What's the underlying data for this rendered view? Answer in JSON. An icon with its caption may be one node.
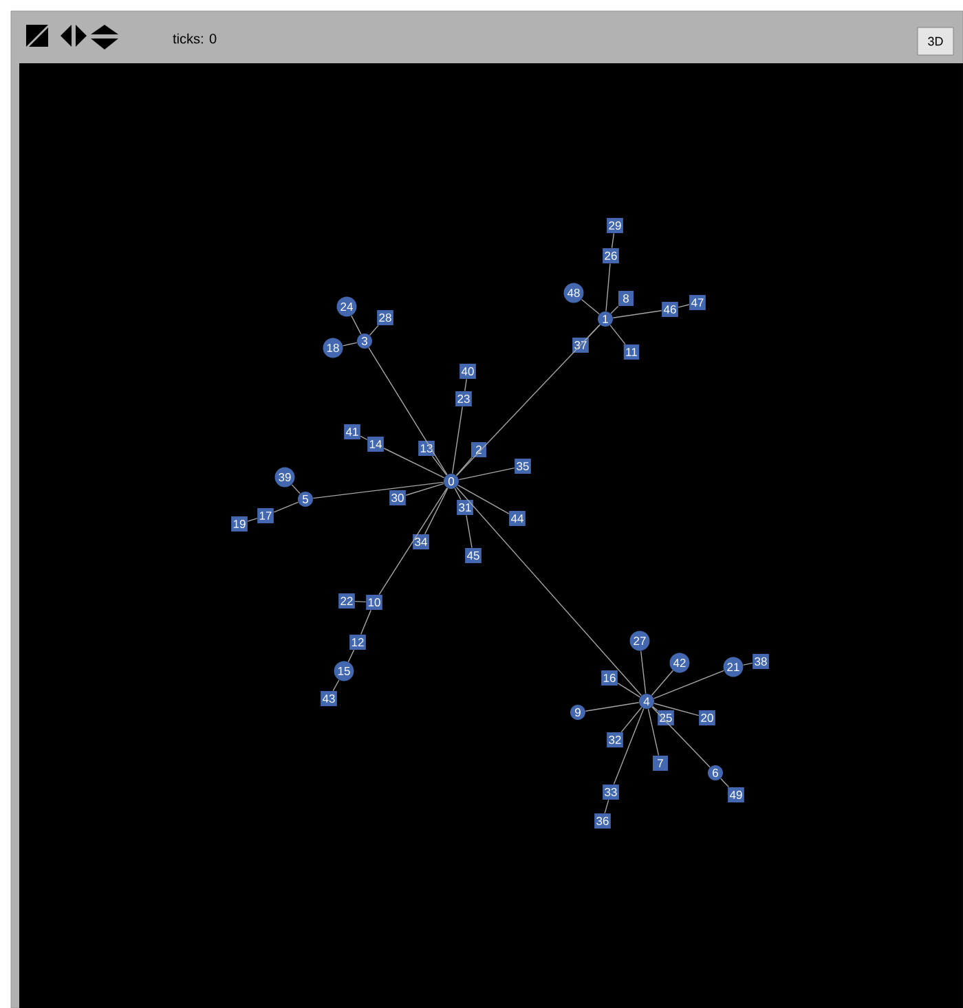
{
  "diagram": {
    "nodes": [
      {
        "text": [
          "0"
        ]
      },
      {
        "text": [
          "1"
        ]
      },
      {
        "text": [
          "2"
        ]
      },
      {
        "text": [
          "3"
        ]
      },
      {
        "text": [
          "4"
        ]
      },
      {
        "text": [
          "5"
        ]
      },
      {
        "text": [
          "6"
        ]
      },
      {
        "text": [
          "7"
        ]
      },
      {
        "text": [
          "8"
        ]
      },
      {
        "text": [
          "9"
        ]
      },
      {
        "text": [
          "10"
        ]
      },
      {
        "text": [
          "11"
        ]
      },
      {
        "text": [
          "12"
        ]
      },
      {
        "text": [
          "13"
        ]
      },
      {
        "text": [
          "14"
        ]
      },
      {
        "text": [
          "15"
        ]
      },
      {
        "text": [
          "16"
        ]
      },
      {
        "text": [
          "17"
        ]
      },
      {
        "text": [
          "18"
        ]
      },
      {
        "text": [
          "19"
        ]
      },
      {
        "text": [
          "20"
        ]
      },
      {
        "text": [
          "21"
        ]
      },
      {
        "text": [
          "22"
        ]
      },
      {
        "text": [
          "23"
        ]
      },
      {
        "text": [
          "24"
        ]
      },
      {
        "text": [
          "25"
        ]
      },
      {
        "text": [
          "26"
        ]
      },
      {
        "text": [
          "27"
        ]
      },
      {
        "text": [
          "28"
        ]
      },
      {
        "text": [
          "29"
        ]
      },
      {
        "text": [
          "30"
        ]
      },
      {
        "text": [
          "31"
        ]
      },
      {
        "text": [
          "32"
        ]
      },
      {
        "text": [
          "33"
        ]
      },
      {
        "text": [
          "34"
        ]
      },
      {
        "text": [
          "35"
        ]
      },
      {
        "text": [
          "36"
        ]
      },
      {
        "text": [
          "37"
        ]
      },
      {
        "text": [
          "38"
        ]
      },
      {
        "text": [
          "39"
        ]
      },
      {
        "text": [
          "40"
        ]
      },
      {
        "text": [
          "41"
        ]
      },
      {
        "text": [
          "42"
        ]
      },
      {
        "text": [
          "43"
        ]
      },
      {
        "text": [
          "44"
        ]
      },
      {
        "text": [
          "45"
        ]
      },
      {
        "text": [
          "46"
        ]
      },
      {
        "text": [
          "47"
        ]
      },
      {
        "text": [
          "48"
        ]
      },
      {
        "text": [
          "49"
        ]
      }
    ],
    "edges": [
      {
        "from": 1,
        "to": 0,
        "arrow": "none"
      },
      {
        "from": 2,
        "to": 0,
        "arrow": "none"
      },
      {
        "from": 3,
        "to": 0,
        "arrow": "none"
      },
      {
        "from": 4,
        "to": 0,
        "arrow": "none"
      },
      {
        "from": 5,
        "to": 0,
        "arrow": "none"
      },
      {
        "from": 6,
        "to": 4,
        "arrow": "none"
      },
      {
        "from": 7,
        "to": 4,
        "arrow": "none"
      },
      {
        "from": 8,
        "to": 1,
        "arrow": "none"
      },
      {
        "from": 9,
        "to": 4,
        "arrow": "none"
      },
      {
        "from": 10,
        "to": 0,
        "arrow": "none"
      },
      {
        "from": 11,
        "to": 1,
        "arrow": "none"
      },
      {
        "from": 12,
        "to": 10,
        "arrow": "none"
      },
      {
        "from": 13,
        "to": 0,
        "arrow": "none"
      },
      {
        "from": 14,
        "to": 0,
        "arrow": "none"
      },
      {
        "from": 15,
        "to": 12,
        "arrow": "none"
      },
      {
        "from": 16,
        "to": 4,
        "arrow": "none"
      },
      {
        "from": 17,
        "to": 5,
        "arrow": "none"
      },
      {
        "from": 18,
        "to": 3,
        "arrow": "none"
      },
      {
        "from": 19,
        "to": 17,
        "arrow": "none"
      },
      {
        "from": 20,
        "to": 4,
        "arrow": "none"
      },
      {
        "from": 21,
        "to": 4,
        "arrow": "none"
      },
      {
        "from": 22,
        "to": 10,
        "arrow": "none"
      },
      {
        "from": 23,
        "to": 0,
        "arrow": "none"
      },
      {
        "from": 24,
        "to": 3,
        "arrow": "none"
      },
      {
        "from": 25,
        "to": 4,
        "arrow": "none"
      },
      {
        "from": 26,
        "to": 1,
        "arrow": "none"
      },
      {
        "from": 27,
        "to": 4,
        "arrow": "none"
      },
      {
        "from": 28,
        "to": 3,
        "arrow": "none"
      },
      {
        "from": 29,
        "to": 26,
        "arrow": "none"
      },
      {
        "from": 30,
        "to": 0,
        "arrow": "none"
      },
      {
        "from": 31,
        "to": 0,
        "arrow": "none"
      },
      {
        "from": 32,
        "to": 4,
        "arrow": "none"
      },
      {
        "from": 33,
        "to": 4,
        "arrow": "none"
      },
      {
        "from": 34,
        "to": 0,
        "arrow": "none"
      },
      {
        "from": 35,
        "to": 0,
        "arrow": "none"
      },
      {
        "from": 36,
        "to": 33,
        "arrow": "none"
      },
      {
        "from": 37,
        "to": 1,
        "arrow": "none"
      },
      {
        "from": 38,
        "to": 21,
        "arrow": "none"
      },
      {
        "from": 39,
        "to": 5,
        "arrow": "none"
      },
      {
        "from": 40,
        "to": 23,
        "arrow": "none"
      },
      {
        "from": 41,
        "to": 14,
        "arrow": "none"
      },
      {
        "from": 42,
        "to": 4,
        "arrow": "none"
      },
      {
        "from": 43,
        "to": 15,
        "arrow": "none"
      },
      {
        "from": 44,
        "to": 0,
        "arrow": "none"
      },
      {
        "from": 45,
        "to": 31,
        "arrow": "none"
      },
      {
        "from": 46,
        "to": 1,
        "arrow": "none"
      },
      {
        "from": 47,
        "to": 46,
        "arrow": "none"
      },
      {
        "from": 48,
        "to": 1,
        "arrow": "none"
      },
      {
        "from": 49,
        "to": 6,
        "arrow": "none"
      }
    ],
    "labels": [
      "ticks: 0",
      "3D"
    ]
  }
}
